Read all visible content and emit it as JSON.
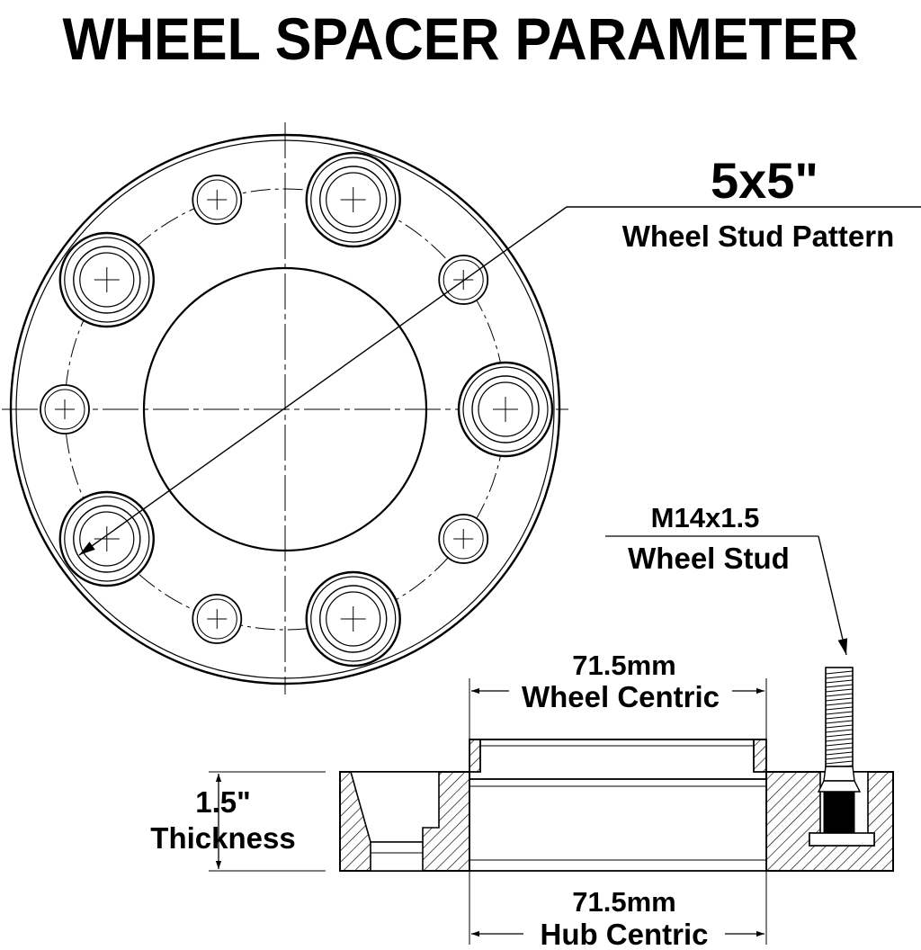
{
  "title": "WHEEL SPACER PARAMETER",
  "bolt_pattern": {
    "value": "5x5\"",
    "label": "Wheel Stud Pattern"
  },
  "stud": {
    "value": "M14x1.5",
    "label": "Wheel Stud"
  },
  "wheel_centric": {
    "value": "71.5mm",
    "label": "Wheel Centric"
  },
  "thickness": {
    "value": "1.5\"",
    "label": "Thickness"
  },
  "hub_centric": {
    "value": "71.5mm",
    "label": "Hub Centric"
  },
  "colors": {
    "ink": "#000000",
    "paper": "#ffffff"
  }
}
